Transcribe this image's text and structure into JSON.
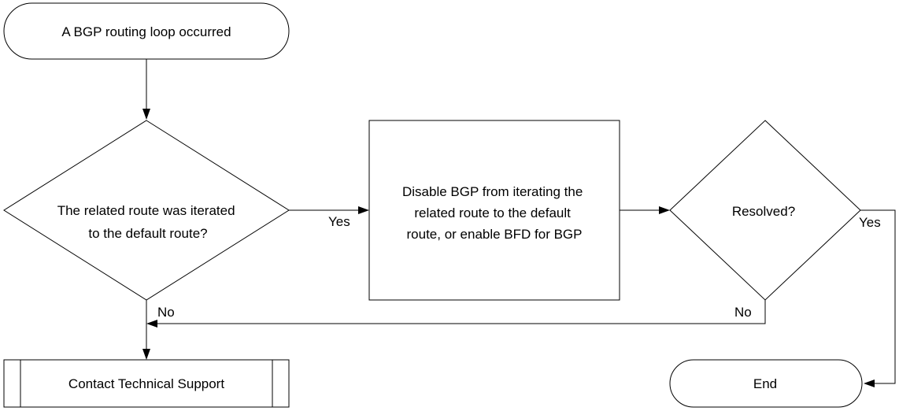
{
  "nodes": {
    "start": {
      "type": "terminator",
      "label": "A BGP routing loop occurred"
    },
    "check_route": {
      "type": "decision",
      "lines": [
        "The related route was iterated",
        "to the default route?"
      ]
    },
    "fix": {
      "type": "process",
      "lines": [
        "Disable BGP from iterating the",
        "related route to the default",
        "route, or enable BFD for BGP"
      ]
    },
    "resolved": {
      "type": "decision",
      "label": "Resolved?"
    },
    "support": {
      "type": "predefined-process",
      "label": "Contact Technical Support"
    },
    "end": {
      "type": "terminator",
      "label": "End"
    }
  },
  "edges": {
    "route_yes": "Yes",
    "route_no": "No",
    "resolved_yes": "Yes",
    "resolved_no": "No"
  }
}
